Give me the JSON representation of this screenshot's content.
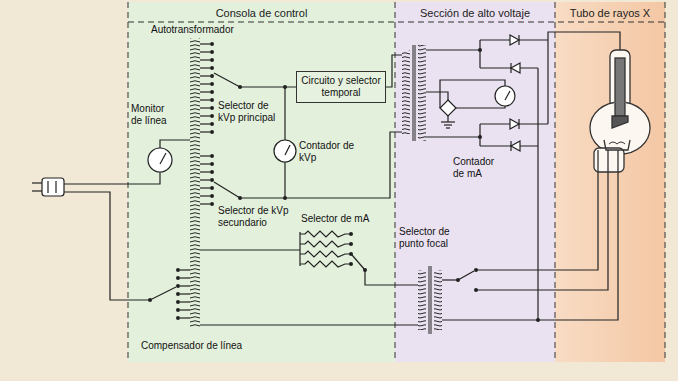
{
  "diagram": {
    "nodes": [
      {
        "text": [
          "Consola de control"
        ]
      },
      {
        "text": [
          "Sección de alto voltaje"
        ]
      },
      {
        "text": [
          "Tubo de rayos X"
        ]
      },
      {
        "text": [
          "Circuito y selector temporal"
        ],
        "in": 0
      }
    ],
    "labels": [
      "Autotransformador",
      "Monitor de línea",
      "Selector de kVp principal",
      "Contador de kVp",
      "Selector de kVp secundario",
      "Selector de mA",
      "Compensador de línea",
      "Selector de punto focal",
      "Contador de mA"
    ]
  }
}
